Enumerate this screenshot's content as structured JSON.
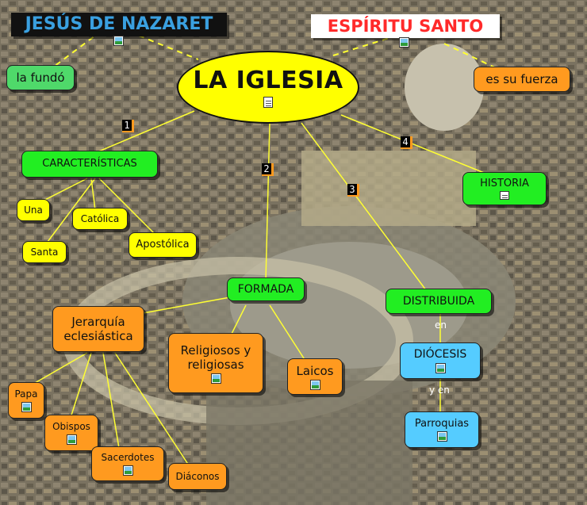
{
  "background": {
    "description_colors": [
      "#6f6a58",
      "#9a9377",
      "#4d4a3f"
    ]
  },
  "central": {
    "label": "LA IGLESIA",
    "icon": "document-icon",
    "color": "#ffff00"
  },
  "top_titles": {
    "jesus": {
      "label": "JESÚS DE NAZARET",
      "icon": "image-icon"
    },
    "espiritu": {
      "label": "ESPÍRITU SANTO",
      "icon": "image-icon"
    }
  },
  "linking_phrases": {
    "fundo": "la fundó",
    "fuerza": "es su fuerza",
    "en": "en",
    "y_en": "y en"
  },
  "nodes": {
    "caracteristicas": "CARACTERÍSTICAS",
    "una": "Una",
    "catolica": "Católica",
    "santa": "Santa",
    "apostolica": "Apostólica",
    "formada": "FORMADA",
    "jerarquia": "Jerarquía eclesiástica",
    "religiosos": "Religiosos y religiosas",
    "laicos": "Laicos",
    "papa": "Papa",
    "obispos": "Obispos",
    "sacerdotes": "Sacerdotes",
    "diaconos": "Diáconos",
    "distribuida": "DISTRIBUIDA",
    "diocesis": "DIÓCESIS",
    "parroquias": "Parroquias",
    "historia": "HISTORIA"
  },
  "numbers": [
    "1",
    "2",
    "3",
    "4"
  ],
  "colors": {
    "green": "#22ee22",
    "yellow": "#ffff00",
    "orange": "#ff9a1f",
    "blue": "#55ccff",
    "title_jesus_text": "#3aa0e0",
    "title_espiritu_text": "#ff2a2a"
  }
}
